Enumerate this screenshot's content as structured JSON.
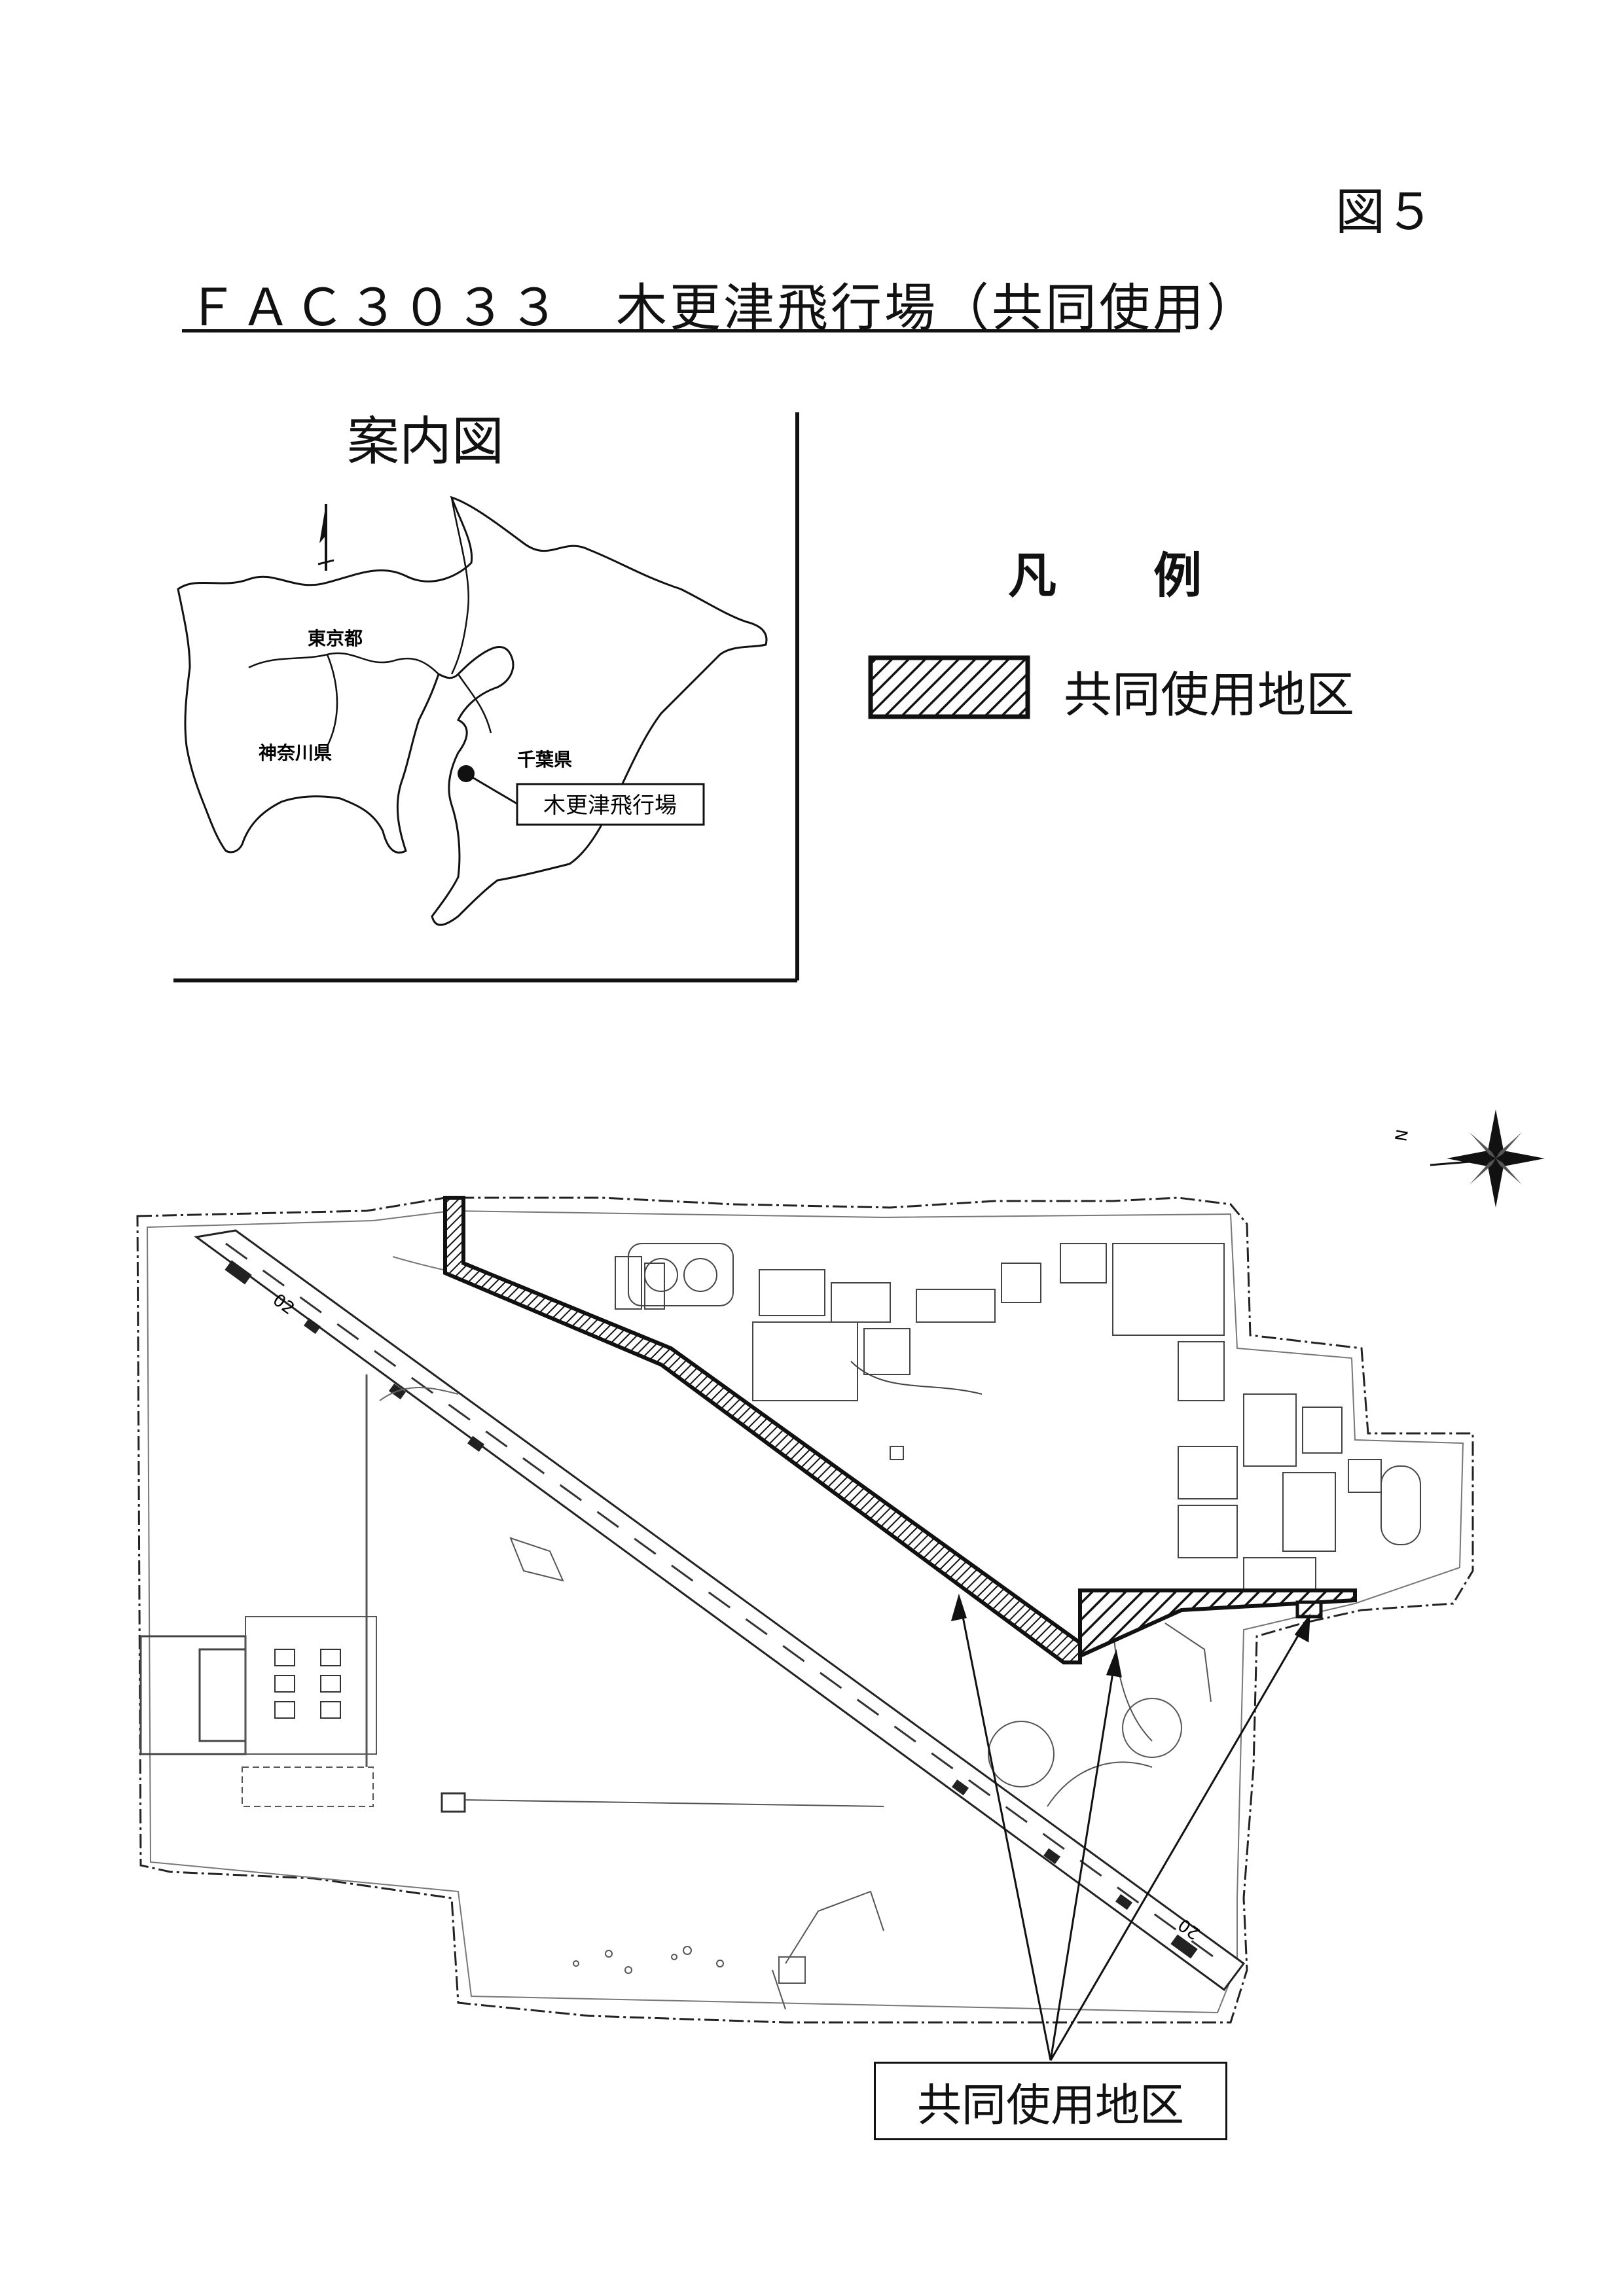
{
  "figure_number": "図５",
  "title": "ＦＡＣ３０３３　木更津飛行場（共同使用）",
  "inset_map": {
    "title": "案内図",
    "labels": {
      "tokyo": "東京都",
      "kanagawa": "神奈川県",
      "chiba": "千葉県",
      "airfield": "木更津飛行場"
    }
  },
  "legend": {
    "heading": "凡　　例",
    "items": [
      {
        "label": "共同使用地区",
        "pattern": "diagonal-hatch"
      }
    ]
  },
  "main_map": {
    "runway_markings": [
      "02",
      "20"
    ],
    "callout_label": "共同使用地区",
    "north_marker": "N"
  },
  "colors": {
    "ink": "#111111",
    "hatch_fill": "#ffffff",
    "background": "#ffffff"
  }
}
